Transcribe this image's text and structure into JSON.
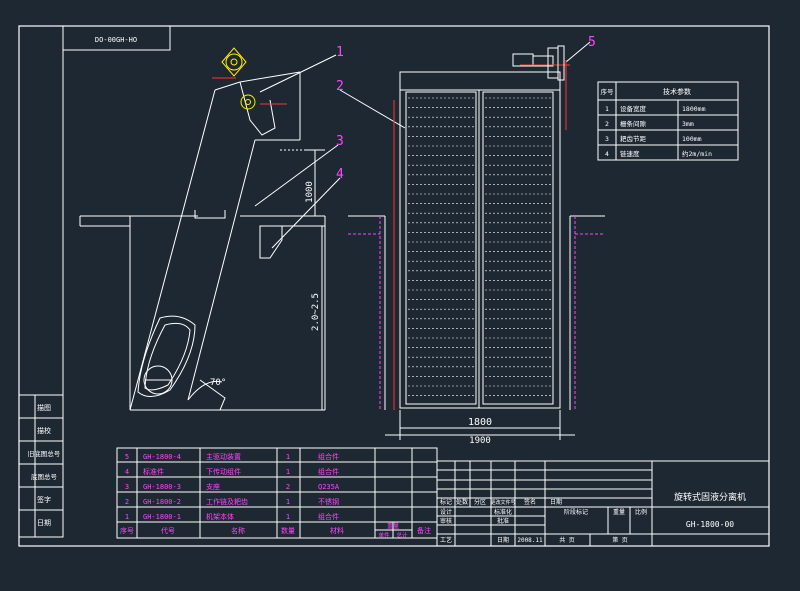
{
  "title_block": {
    "drawing_name": "旋转式固液分离机",
    "drawing_no": "GH-1800-00",
    "ref_code": "DO-00GH-HO",
    "rows_left": [
      "标记",
      "处数",
      "分区",
      "更改文件号",
      "签名",
      "日期"
    ],
    "cells": {
      "design": "设计",
      "check": "审核",
      "process": "工艺",
      "standardize": "标准化",
      "approve": "批准",
      "stage_mark": "阶段标记",
      "weight": "重量",
      "scale": "比例",
      "date": "日期",
      "date_val": "2008.11",
      "sheets": "共  页",
      "sheet": "第  页"
    }
  },
  "side_labels": [
    "描图",
    "描校",
    "旧底图总号",
    "底图总号",
    "签字",
    "日期"
  ],
  "callouts": [
    "1",
    "2",
    "3",
    "4",
    "5"
  ],
  "dimensions": {
    "d1000": "1000",
    "d2025": "2.0~2.5",
    "angle": "70°",
    "width_inner": "1800",
    "width_outer": "1900"
  },
  "bom": {
    "headers": [
      "序号",
      "代号",
      "名称",
      "数量",
      "材料",
      "单件",
      "总计",
      "备注"
    ],
    "sub_header": "重量",
    "rows": [
      {
        "no": "5",
        "code": "GH-1800-4",
        "name": "主驱动装置",
        "qty": "1",
        "mat": "组合件"
      },
      {
        "no": "4",
        "code": "标准件",
        "name": "下传动组件",
        "qty": "1",
        "mat": "组合件"
      },
      {
        "no": "3",
        "code": "GH-1800-3",
        "name": "支座",
        "qty": "2",
        "mat": "Q235A"
      },
      {
        "no": "2",
        "code": "GH-1800-2",
        "name": "工作链及耙齿",
        "qty": "1",
        "mat": "不锈钢"
      },
      {
        "no": "1",
        "code": "GH-1800-1",
        "name": "机架本体",
        "qty": "1",
        "mat": "组合件"
      }
    ]
  },
  "tech_table": {
    "headers": [
      "序号",
      "技术参数"
    ],
    "rows": [
      {
        "no": "1",
        "param": "设备宽度",
        "value": "1800mm"
      },
      {
        "no": "2",
        "param": "栅条间隙",
        "value": "3mm"
      },
      {
        "no": "3",
        "param": "耙齿节距",
        "value": "100mm"
      },
      {
        "no": "4",
        "param": "链速度",
        "value": "约2m/min"
      }
    ]
  },
  "colors": {
    "background": "#1e2832",
    "line": "#ffffff",
    "magenta": "#ff44ff",
    "red": "#ff3333",
    "yellow": "#ffee00"
  }
}
